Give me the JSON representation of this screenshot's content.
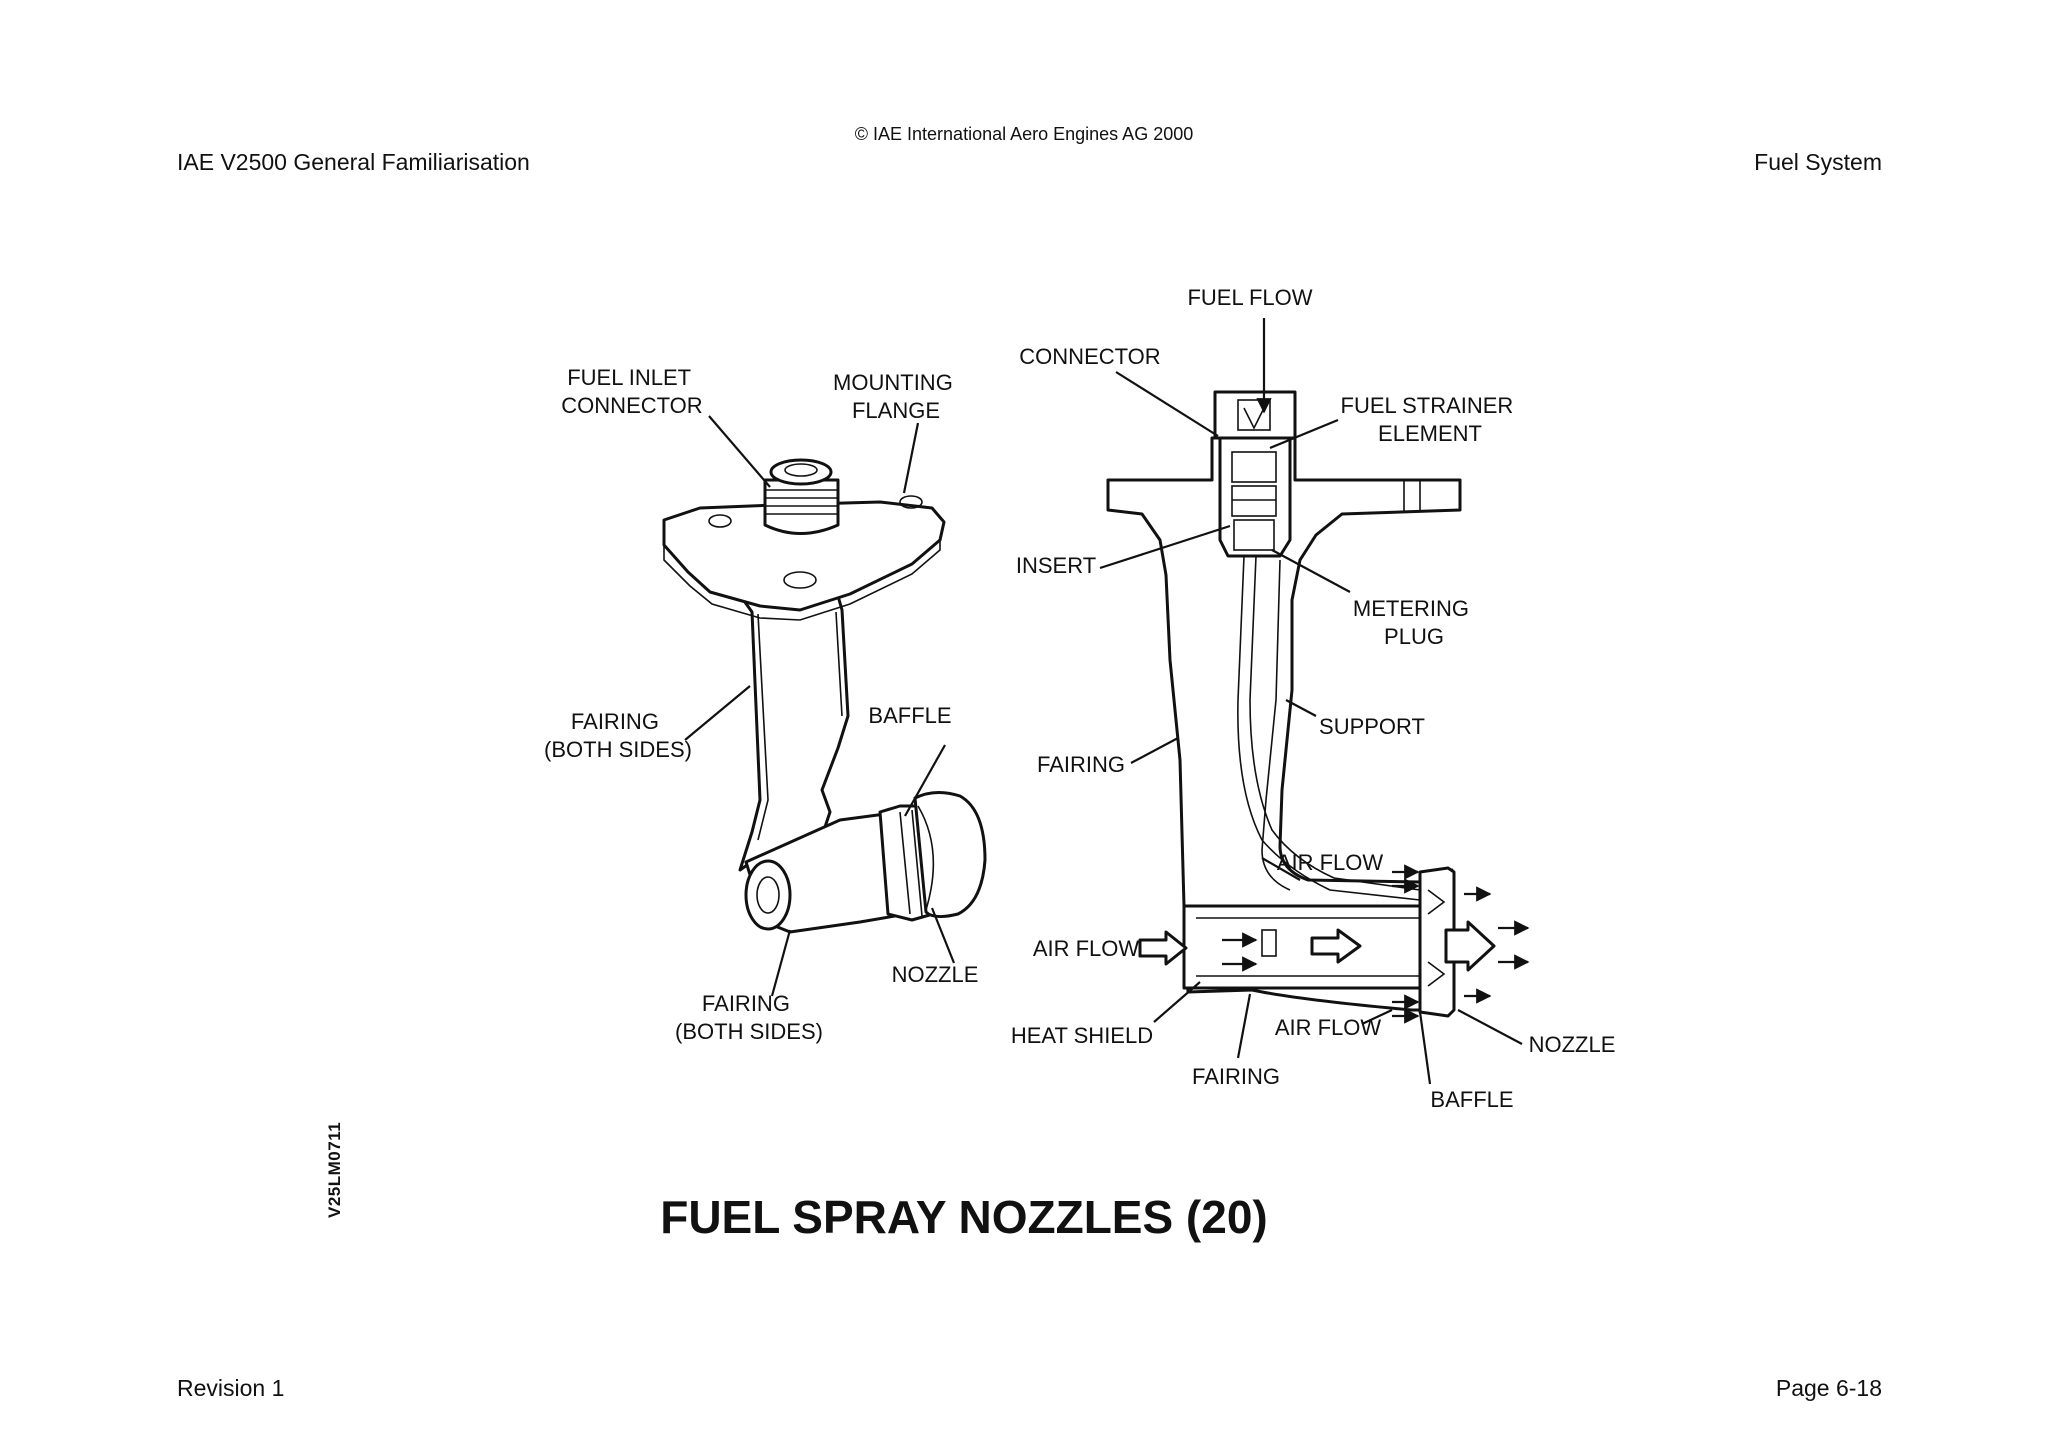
{
  "header": {
    "copyright": "© IAE International Aero Engines AG 2000",
    "doc_title": "IAE V2500 General Familiarisation",
    "section_title": "Fuel System"
  },
  "footer": {
    "revision": "Revision 1",
    "page": "Page 6-18"
  },
  "figure": {
    "code": "V25LM0711",
    "title": "FUEL SPRAY NOZZLES (20)"
  },
  "left_view": {
    "labels": {
      "fuel_inlet_connector": [
        "FUEL INLET",
        "CONNECTOR"
      ],
      "mounting_flange": [
        "MOUNTING",
        "FLANGE"
      ],
      "fairing_top": [
        "FAIRING",
        "(BOTH SIDES)"
      ],
      "baffle": "BAFFLE",
      "fairing_bottom": [
        "FAIRING",
        "(BOTH SIDES)"
      ],
      "nozzle": "NOZZLE"
    }
  },
  "right_view": {
    "labels": {
      "fuel_flow": "FUEL FLOW",
      "connector": "CONNECTOR",
      "fuel_strainer_element": [
        "FUEL STRAINER",
        "ELEMENT"
      ],
      "insert": "INSERT",
      "metering_plug": [
        "METERING",
        "PLUG"
      ],
      "support": "SUPPORT",
      "fairing": "FAIRING",
      "air_flow_top": "AIR FLOW",
      "air_flow_left": "AIR FLOW",
      "air_flow_bottom": "AIR FLOW",
      "heat_shield": "HEAT SHIELD",
      "nozzle": "NOZZLE",
      "fairing_bottom": "FAIRING",
      "baffle": "BAFFLE"
    }
  }
}
